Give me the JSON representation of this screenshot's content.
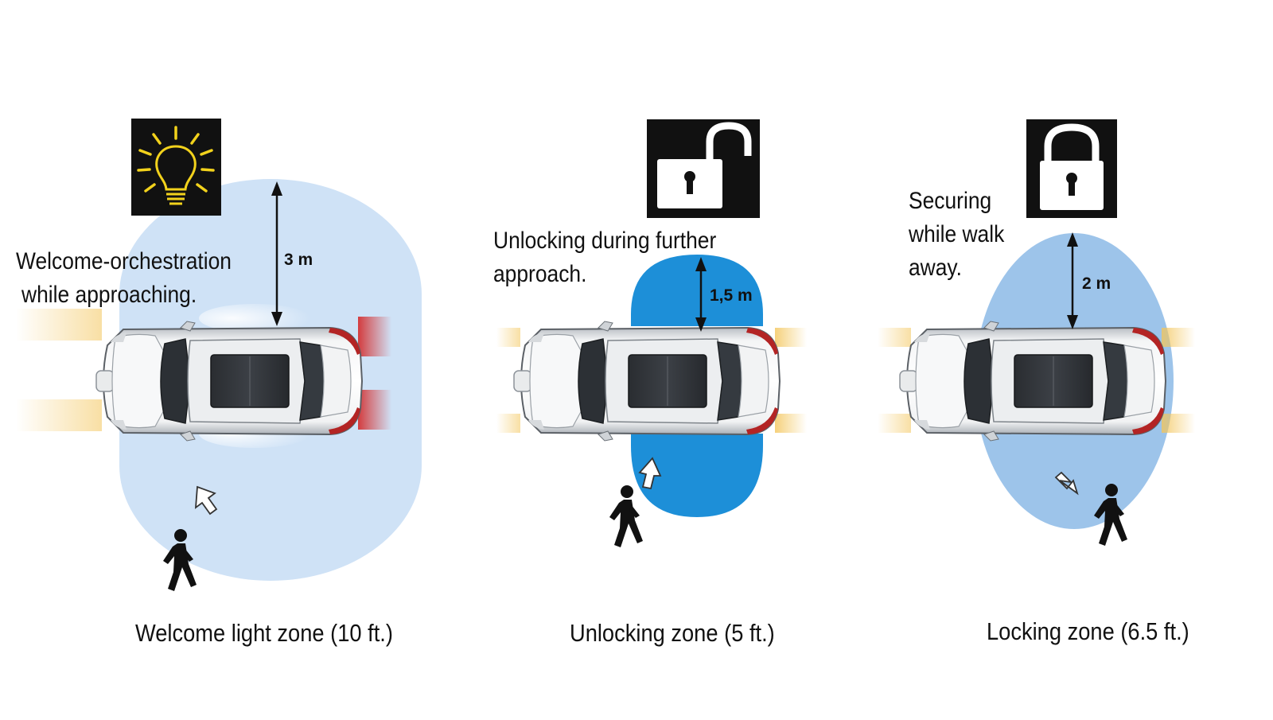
{
  "panels": [
    {
      "id": "welcome",
      "icon": "light-bulb-icon",
      "description_lines": [
        "Welcome-orchestration",
        "while approaching."
      ],
      "distance": "3 m",
      "caption": "Welcome light zone (10 ft.)",
      "zone_color": "#cfe2f6"
    },
    {
      "id": "unlocking",
      "icon": "unlocked-padlock-icon",
      "description_lines": [
        "Unlocking during further",
        "approach."
      ],
      "distance": "1,5 m",
      "caption": "Unlocking zone (5 ft.)",
      "zone_color": "#1d8fd8"
    },
    {
      "id": "locking",
      "icon": "locked-padlock-icon",
      "description_lines": [
        "Securing",
        "while walk",
        "away."
      ],
      "distance": "2 m",
      "caption": "Locking zone (6.5 ft.)",
      "zone_color": "#9dc4ea"
    }
  ],
  "colors": {
    "icon_bg": "#111111",
    "bulb": "#f2d21c",
    "headlight_glow": "#f3c55a",
    "taillight_glow": "#d83a3a"
  }
}
